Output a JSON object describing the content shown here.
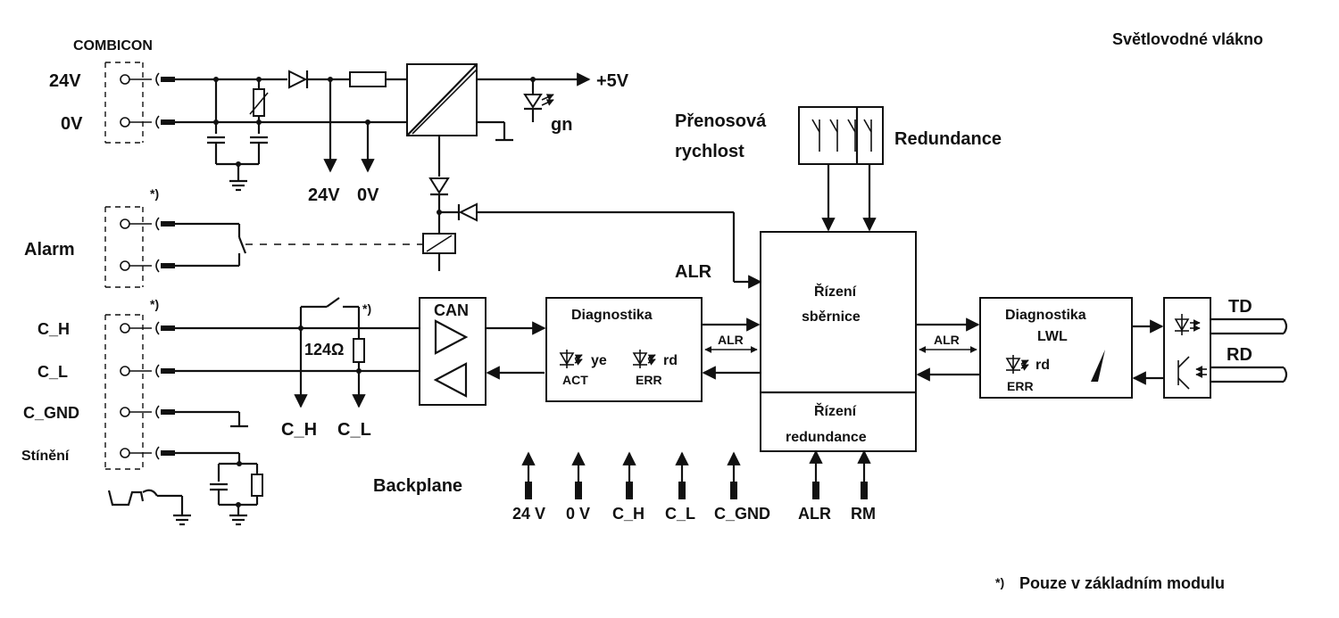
{
  "labels": {
    "combicon": "COMBICON",
    "fiber_title": "Světlovodné vlákno",
    "v24_in": "24V",
    "v0_in": "0V",
    "plus5v": "+5V",
    "gn": "gn",
    "v24_tap": "24V",
    "v0_tap": "0V",
    "transfer_rate_1": "Přenosová",
    "transfer_rate_2": "rychlost",
    "redundancy": "Redundance",
    "footnote_mark_alarm": "*)",
    "footnote_mark_can": "*)",
    "footnote_mark_res": "*)",
    "alarm": "Alarm",
    "alr_main": "ALR",
    "can": "CAN",
    "diag_title": "Diagnostika",
    "diag_ye": "ye",
    "diag_rd": "rd",
    "diag_act": "ACT",
    "diag_err": "ERR",
    "bus_ctrl_1": "Řízení",
    "bus_ctrl_2": "sběrnice",
    "red_ctrl_1": "Řízení",
    "red_ctrl_2": "redundance",
    "alr_left": "ALR",
    "alr_right": "ALR",
    "diag_lwl_1": "Diagnostika",
    "diag_lwl_2": "LWL",
    "lwl_rd": "rd",
    "lwl_err": "ERR",
    "td": "TD",
    "rd": "RD",
    "c_h": "C_H",
    "c_l": "C_L",
    "c_gnd": "C_GND",
    "shield": "Stínění",
    "resistor": "124Ω",
    "c_h_tap": "C_H",
    "c_l_tap": "C_L",
    "backplane": "Backplane",
    "bp": [
      "24 V",
      "0 V",
      "C_H",
      "C_L",
      "C_GND",
      "ALR",
      "RM"
    ],
    "footnote_mark": "*)",
    "footnote_text": "Pouze v základním modulu"
  }
}
